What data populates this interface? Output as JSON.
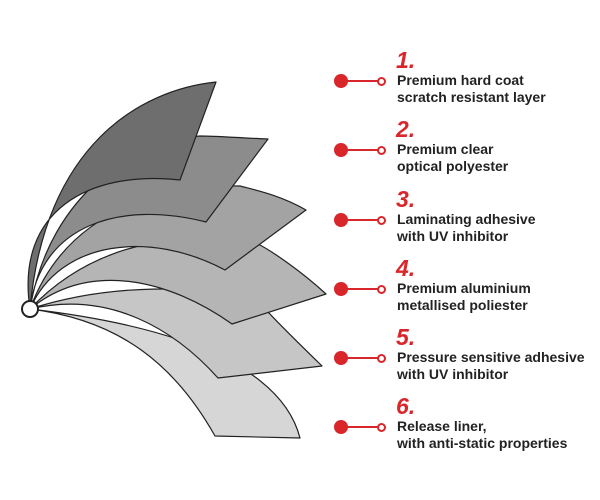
{
  "colors": {
    "accent": "#d9262b",
    "text": "#222222",
    "outline": "#222222"
  },
  "layers": [
    {
      "number": "1.",
      "line1": "Premium hard coat",
      "line2": "scratch resistant layer",
      "fill": "#6e6e6e"
    },
    {
      "number": "2.",
      "line1": "Premium clear",
      "line2": "optical polyester",
      "fill": "#8c8c8c"
    },
    {
      "number": "3.",
      "line1": "Laminating adhesive",
      "line2": "with UV inhibitor",
      "fill": "#a3a3a3"
    },
    {
      "number": "4.",
      "line1": "Premium aluminium",
      "line2": "metallised poliester",
      "fill": "#b5b5b5"
    },
    {
      "number": "5.",
      "line1": "Pressure sensitive adhesive",
      "line2": "with UV inhibitor",
      "fill": "#c6c6c6"
    },
    {
      "number": "6.",
      "line1": "Release liner,",
      "line2": "with anti-static properties",
      "fill": "#d6d6d6"
    }
  ]
}
